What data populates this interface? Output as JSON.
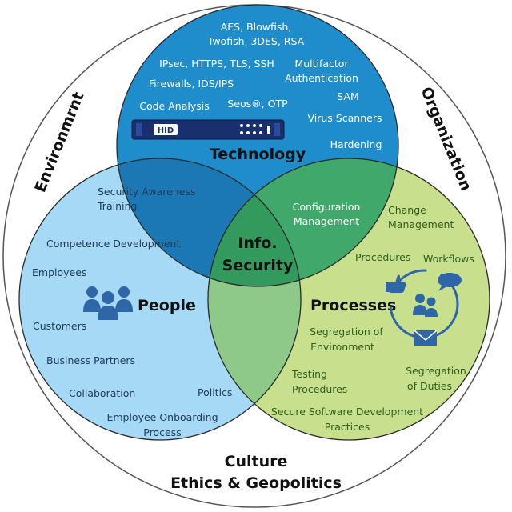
{
  "outer": {
    "left_label": "Environmrnt",
    "right_label": "Organization",
    "bottom_line1": "Culture",
    "bottom_line2": "Ethics & Geopolitics"
  },
  "technology": {
    "title": "Technology",
    "device_brand": "HID",
    "items": {
      "aes_line1": "AES, Blowfish,",
      "aes_line2": "Twofish, 3DES, RSA",
      "ipsec": "IPsec, HTTPS, TLS, SSH",
      "multifactor_line1": "Multifactor",
      "multifactor_line2": "Authentication",
      "firewalls": "Firewalls, IDS/IPS",
      "sam": "SAM",
      "code_analysis": "Code Analysis",
      "seos": "Seos®, OTP",
      "virus": "Virus Scanners",
      "hardening": "Hardening"
    }
  },
  "people": {
    "title": "People",
    "items": {
      "awareness_line1": "Security Awareness",
      "awareness_line2": "Training",
      "competence": "Competence Development",
      "employees": "Employees",
      "customers": "Customers",
      "partners": "Business Partners",
      "collaboration": "Collaboration",
      "politics": "Politics",
      "onboarding_line1": "Employee Onboarding",
      "onboarding_line2": "Process"
    }
  },
  "processes": {
    "title": "Processes",
    "items": {
      "config_line1": "Configuration",
      "config_line2": "Management",
      "change_line1": "Change",
      "change_line2": "Management",
      "procedures": "Procedures",
      "workflows": "Workflows",
      "segenv_line1": "Segregation of",
      "segenv_line2": "Environment",
      "testing_line1": "Testing",
      "testing_line2": "Procedures",
      "segduties_line1": "Segregation",
      "segduties_line2": "of Duties",
      "ssd_line1": "Secure Software Development",
      "ssd_line2": "Practices"
    }
  },
  "center": {
    "line1": "Info.",
    "line2": "Security"
  },
  "colors": {
    "technology": "#1f8ccb",
    "people": "#a6d9f5",
    "processes": "#c8e08e",
    "tech_people": "#1b78b5",
    "tech_processes": "#3fa86a",
    "people_processes": "#8fc98a",
    "center": "#339a5e",
    "outer_stroke": "#555555",
    "circle_stroke": "#2a2a2a",
    "icon_blue": "#2e66a8"
  }
}
